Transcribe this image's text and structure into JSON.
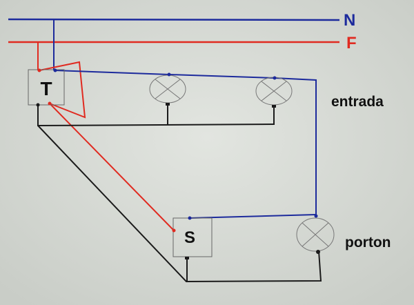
{
  "labels": {
    "neutral": "N",
    "phase": "F",
    "timer": "T",
    "switch": "S",
    "entrada": "entrada",
    "porton": "porton"
  },
  "colors": {
    "neutral": "#1c2a9c",
    "phase": "#e02a20",
    "wire": "#1a1a1a",
    "background": "#d8dcd6"
  }
}
